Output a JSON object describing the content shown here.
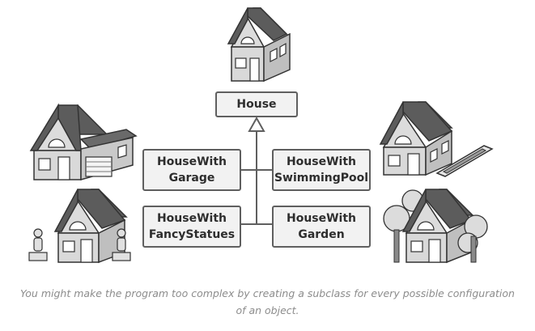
{
  "diagram": {
    "base_class": "House",
    "subclasses": [
      {
        "line1": "HouseWith",
        "line2": "Garage"
      },
      {
        "line1": "HouseWith",
        "line2": "SwimmingPool"
      },
      {
        "line1": "HouseWith",
        "line2": "FancyStatues"
      },
      {
        "line1": "HouseWith",
        "line2": "Garden"
      }
    ]
  },
  "caption": "You might make the program too complex by creating a subclass for every possible configuration of an object.",
  "icons": [
    "house-icon",
    "house-garage-icon",
    "house-pool-icon",
    "house-statues-icon",
    "house-garden-icon"
  ],
  "colors": {
    "box_fill": "#f2f2f2",
    "box_border": "#5f5f5f",
    "roof": "#5c5c5c",
    "wall": "#d9d9d9",
    "text": "#2d2d2d",
    "caption": "#8c8c8c"
  }
}
